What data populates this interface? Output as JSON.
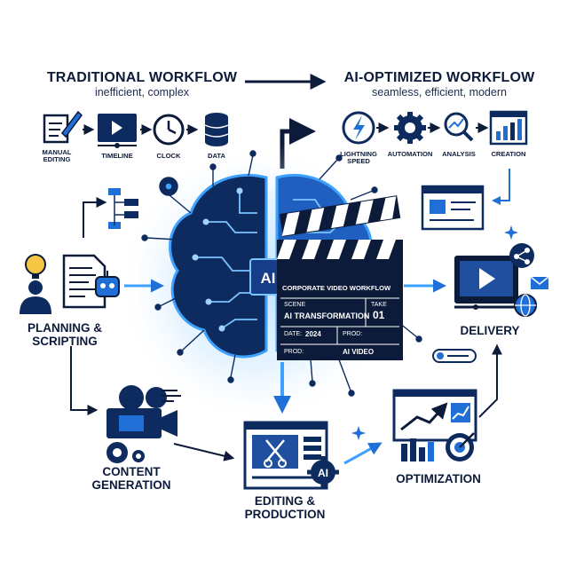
{
  "colors": {
    "navy": "#0d2b5e",
    "blue": "#1f6fd6",
    "light_blue": "#3da2ff",
    "glow": "#9fd2ff",
    "yellow": "#f6c744",
    "text": "#0d1b3a"
  },
  "header": {
    "traditional_title": "TRADITIONAL WORKFLOW",
    "traditional_subtitle": "inefficient, complex",
    "ai_title": "AI-OPTIMIZED WORKFLOW",
    "ai_subtitle": "seamless, efficient, modern"
  },
  "traditional_steps": [
    {
      "label": "MANUAL\nEDITING",
      "icon": "document-pencil-icon"
    },
    {
      "label": "TIMELINE",
      "icon": "timeline-icon"
    },
    {
      "label": "CLOCK",
      "icon": "clock-icon"
    },
    {
      "label": "DATA",
      "icon": "database-icon"
    }
  ],
  "ai_steps": [
    {
      "label": "LIGHTNING\nSPEED",
      "icon": "lightning-icon"
    },
    {
      "label": "AUTOMATION",
      "icon": "gear-icon"
    },
    {
      "label": "ANALYSIS",
      "icon": "magnifier-chart-icon"
    },
    {
      "label": "CREATION",
      "icon": "bar-chart-icon"
    }
  ],
  "stages": {
    "planning": "PLANNING &\nSCRIPTING",
    "content": "CONTENT\nGENERATION",
    "editing": "EDITING &\nPRODUCTION",
    "optimization": "OPTIMIZATION",
    "delivery": "DELIVERY"
  },
  "brain": {
    "chip_label": "AI"
  },
  "clapperboard": {
    "title": "CORPORATE VIDEO WORKFLOW",
    "scene_label": "SCENE",
    "take_label": "TAKE",
    "scene_value": "AI TRANSFORMATION",
    "take_value": "01",
    "date_label": "DATE:",
    "date_value": "2024",
    "prod_label": "PROD:",
    "prod_label_2": "PROD:",
    "prod_value": "AI VIDEO"
  },
  "editing_badge": "AI"
}
